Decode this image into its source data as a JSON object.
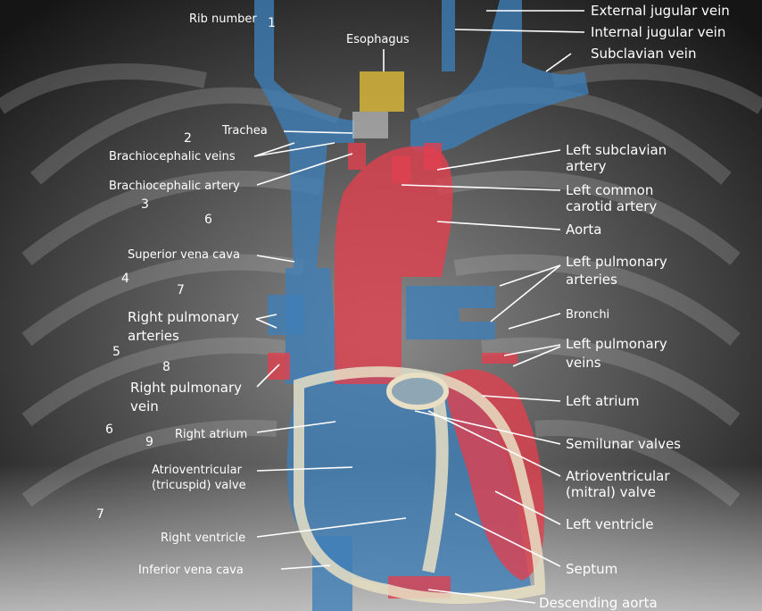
{
  "title": "Heart anatomy over chest X-ray",
  "rib_label": "Rib number",
  "ribs_right": [
    "1",
    "2",
    "3",
    "4",
    "5",
    "6",
    "7"
  ],
  "ribs_left": [
    "6",
    "7",
    "8",
    "9"
  ],
  "labels": {
    "esophagus": "Esophagus",
    "external_jugular": "External jugular vein",
    "internal_jugular": "Internal jugular vein",
    "subclavian_vein": "Subclavian vein",
    "trachea": "Trachea",
    "brachiocephalic_veins": "Brachiocephalic veins",
    "brachiocephalic_artery": "Brachiocephalic artery",
    "left_subclavian_artery": [
      "Left subclavian",
      "artery"
    ],
    "left_common_carotid": [
      "Left common",
      "carotid artery"
    ],
    "aorta": "Aorta",
    "superior_vena_cava": "Superior vena cava",
    "left_pulmonary_arteries": [
      "Left pulmonary",
      "arteries"
    ],
    "bronchi": "Bronchi",
    "right_pulmonary_arteries": [
      "Right pulmonary",
      "arteries"
    ],
    "left_pulmonary_veins": [
      "Left pulmonary",
      "veins"
    ],
    "right_pulmonary_vein": [
      "Right pulmonary",
      "vein"
    ],
    "left_atrium": "Left atrium",
    "right_atrium": "Right atrium",
    "semilunar_valves": "Semilunar valves",
    "tricuspid_valve": [
      "Atrioventricular",
      "(tricuspid) valve"
    ],
    "mitral_valve": [
      "Atrioventricular",
      "(mitral) valve"
    ],
    "left_ventricle": "Left ventricle",
    "right_ventricle": "Right ventricle",
    "septum": "Septum",
    "inferior_vena_cava": "Inferior vena cava",
    "descending_aorta": "Descending aorta"
  },
  "colors": {
    "vein": "#3f7fb8",
    "artery": "#e0404f",
    "wall": "#e8dfc4",
    "esophagus": "#d6b53a"
  }
}
